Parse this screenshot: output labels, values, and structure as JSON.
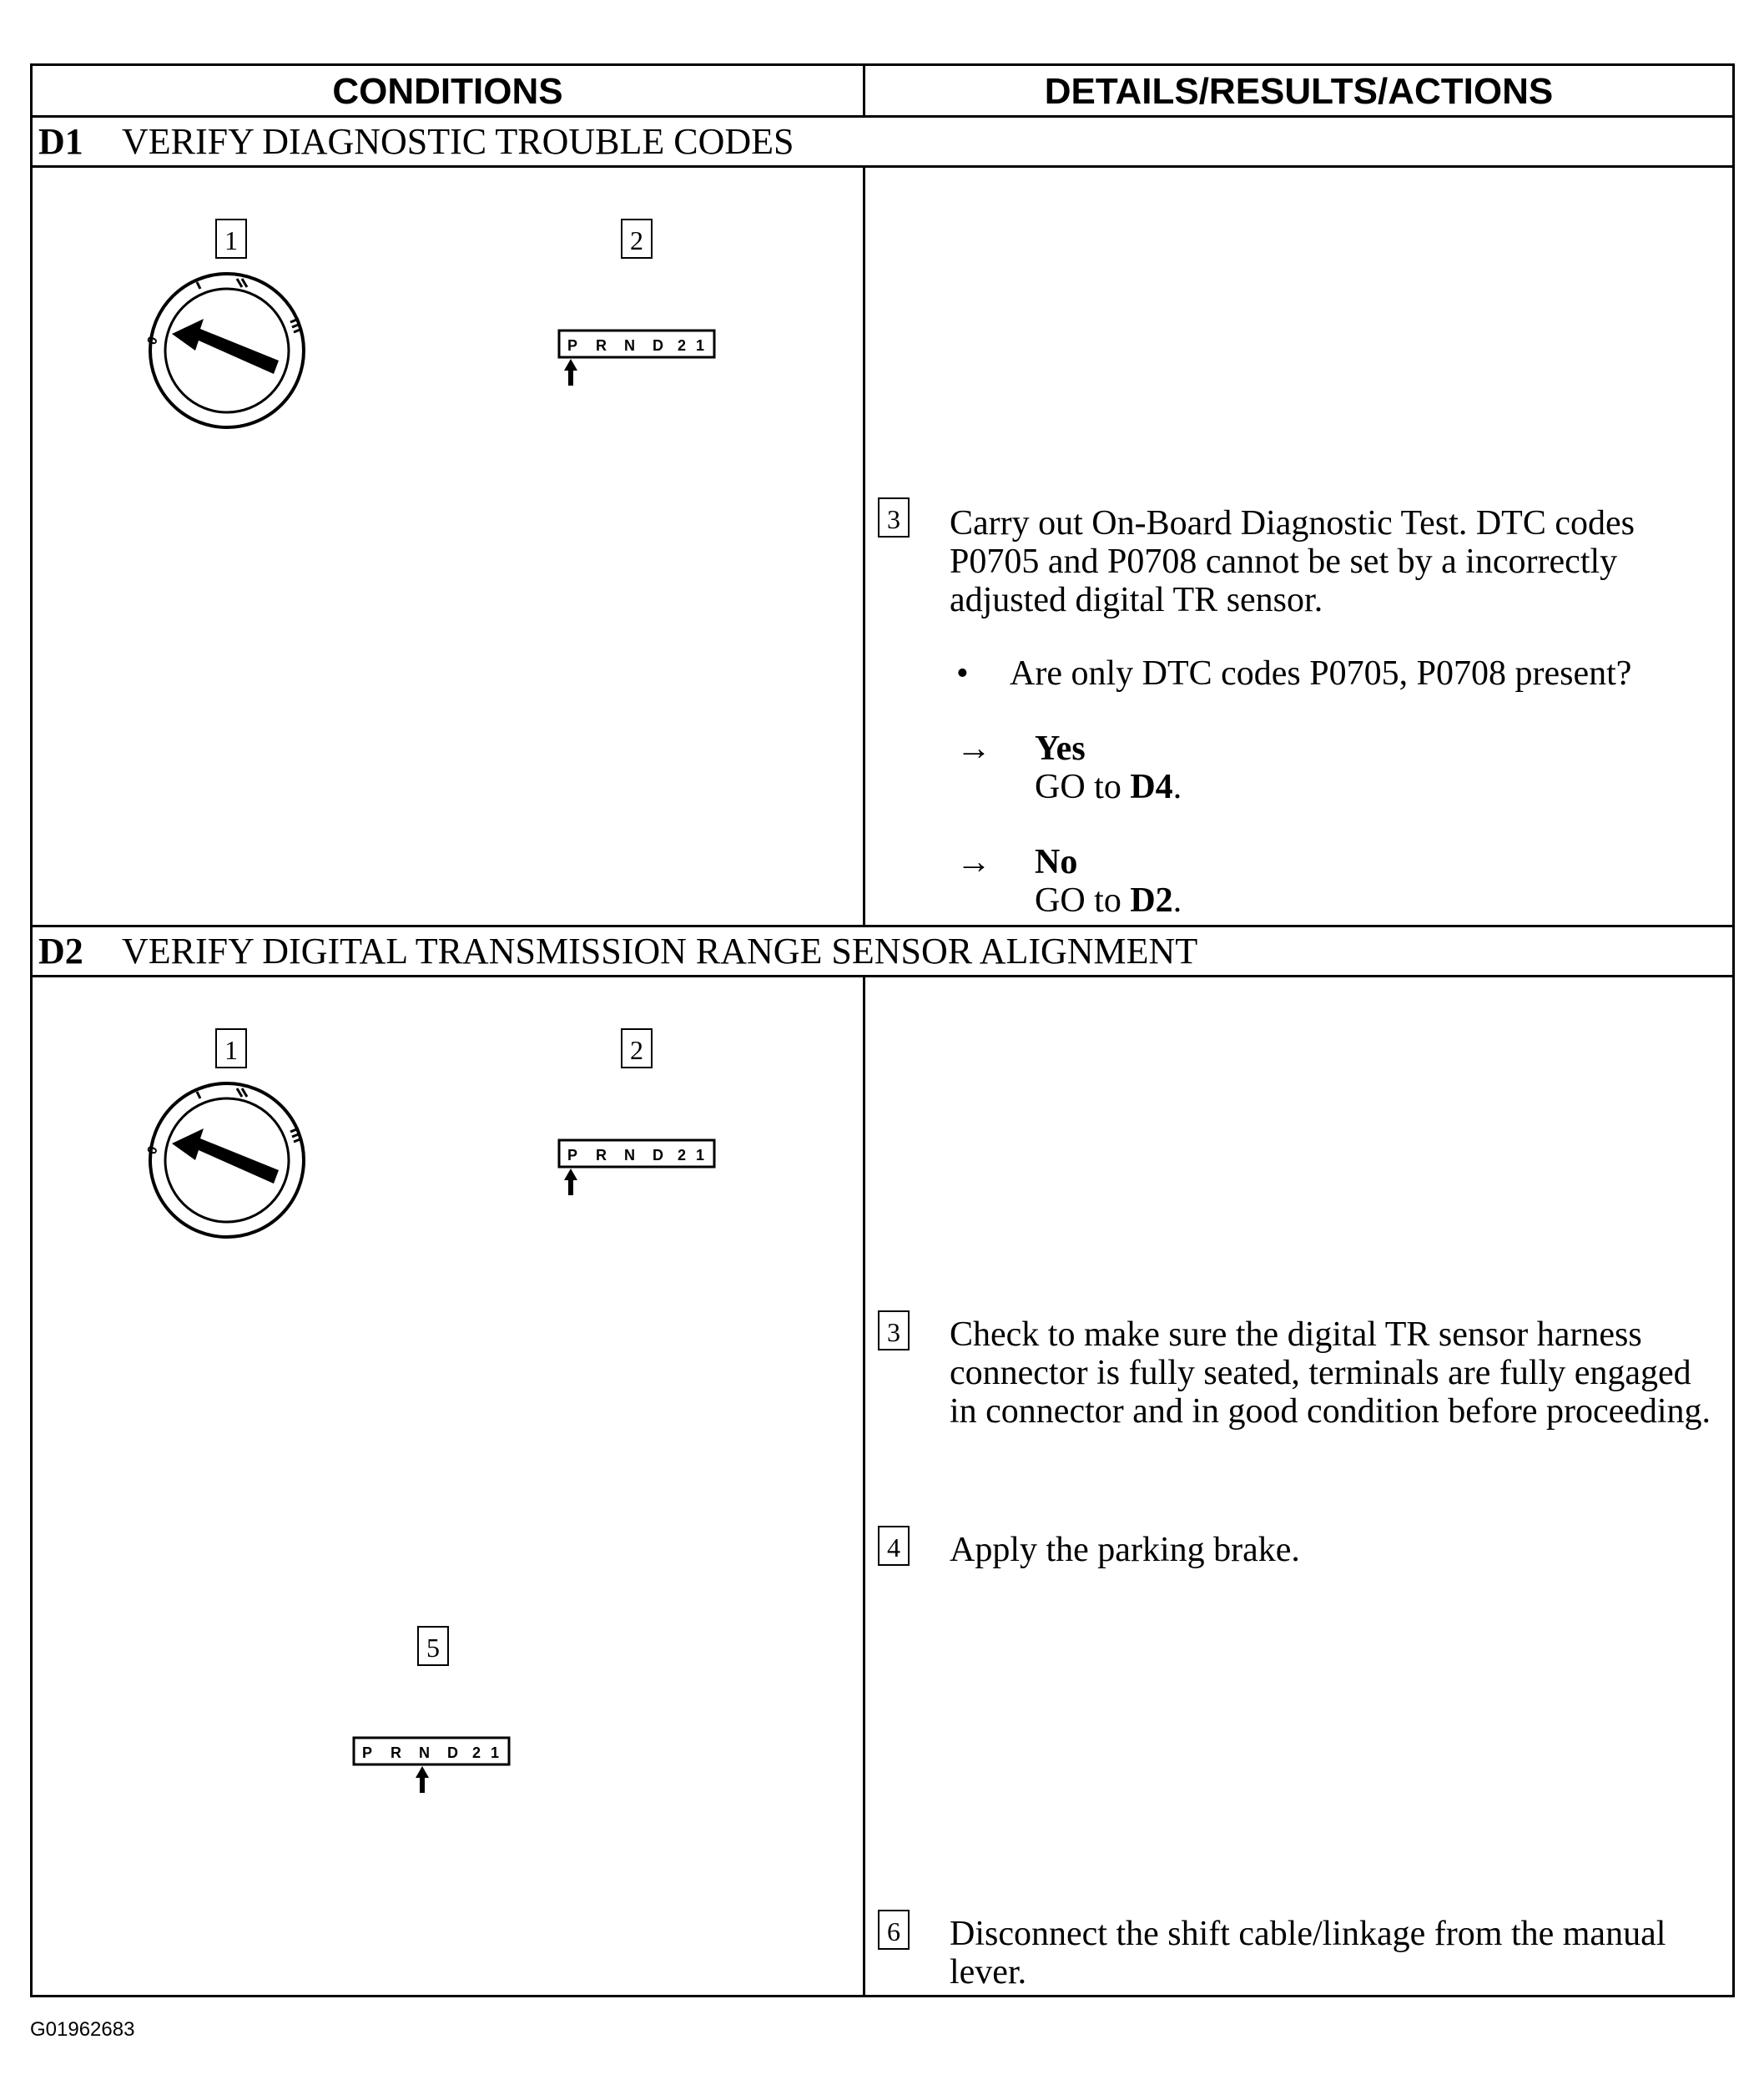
{
  "header": {
    "conditions": "CONDITIONS",
    "details": "DETAILS/RESULTS/ACTIONS"
  },
  "d1": {
    "code": "D1",
    "title": "VERIFY DIAGNOSTIC TROUBLE CODES",
    "step1": "1",
    "step2": "2",
    "selector": [
      "P",
      "R",
      "N",
      "D",
      "2",
      "1"
    ],
    "step3": "3",
    "step3_text": "Carry out On-Board Diagnostic Test. DTC codes P0705 and P0708 cannot be set by a incorrectly adjusted digital TR sensor.",
    "bullet": "Are only DTC codes P0705, P0708 present?",
    "yes_label": "Yes",
    "yes_action_prefix": "GO to ",
    "yes_target": "D4",
    "no_label": "No",
    "no_action_prefix": "GO to ",
    "no_target": "D2"
  },
  "d2": {
    "code": "D2",
    "title": "VERIFY DIGITAL TRANSMISSION RANGE SENSOR ALIGNMENT",
    "step1": "1",
    "step2": "2",
    "step3": "3",
    "step3_text": "Check to make sure the digital TR sensor harness connector is fully seated, terminals are fully engaged in connector and in good condition before proceeding.",
    "step4": "4",
    "step4_text": "Apply the parking brake.",
    "step5": "5",
    "step6": "6",
    "step6_text": "Disconnect the shift cable/linkage from the manual lever."
  },
  "footer": {
    "figure_id": "G01962683"
  }
}
